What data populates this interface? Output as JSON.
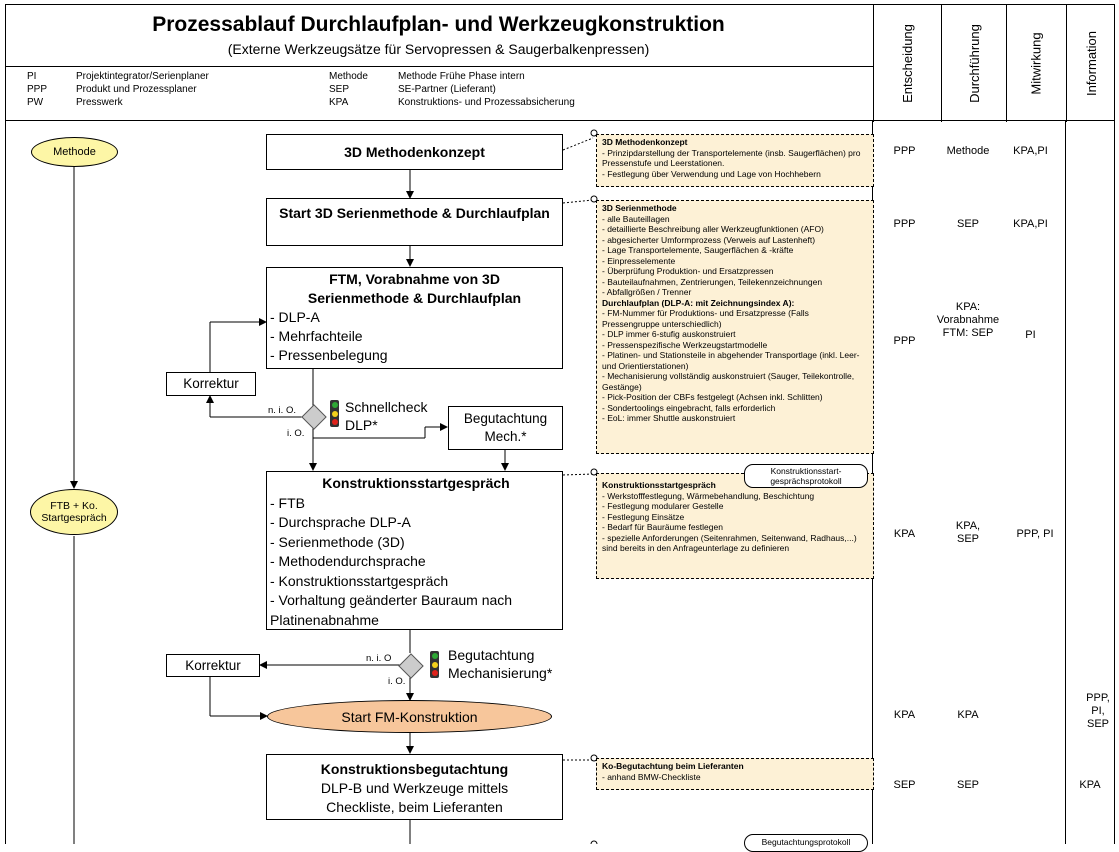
{
  "header": {
    "title": "Prozessablauf Durchlaufplan- und Werkzeugkonstruktion",
    "subtitle": "(Externe Werkzeugsätze für Servopressen & Saugerbalkenpressen)",
    "legend_left": [
      {
        "abbr": "PI",
        "desc": "Projektintegrator/Serienplaner"
      },
      {
        "abbr": "PPP",
        "desc": "Produkt und Prozessplaner"
      },
      {
        "abbr": "PW",
        "desc": "Presswerk"
      }
    ],
    "legend_right": [
      {
        "abbr": "Methode",
        "desc": "Methode Frühe Phase intern"
      },
      {
        "abbr": "SEP",
        "desc": "SE-Partner (Lieferant)"
      },
      {
        "abbr": "KPA",
        "desc": "Konstruktions- und Prozessabsicherung"
      }
    ],
    "columns": [
      "Entscheidung",
      "Durchführung",
      "Mitwirkung",
      "Information"
    ]
  },
  "left_lane": {
    "methode": "Methode",
    "ftb": "FTB + Ko. Startgespräch"
  },
  "boxes": {
    "b1": "3D Methodenkonzept",
    "b2": "Start 3D Serienmethode & Durchlaufplan",
    "b3_title": "FTM, Vorabnahme von 3D Serienmethode & Durchlaufplan",
    "b3_items": [
      "- DLP-A",
      "- Mehrfachteile",
      "- Pressenbelegung"
    ],
    "b4_title": "Konstruktionsstartgespräch",
    "b4_items": [
      "- FTB",
      "- Durchsprache DLP-A",
      "- Serienmethode (3D)",
      "- Methodendurchsprache",
      "- Konstruktionsstartgespräch",
      "- Vorhaltung geänderter Bauraum nach Platinenabnahme"
    ],
    "b5": "Start FM-Konstruktion",
    "b6_title": "Konstruktionsbegutachtung",
    "b6_text": "DLP-B und Werkzeuge mittels Checkliste, beim Lieferanten",
    "korrektur1": "Korrektur",
    "korrektur2": "Korrektur",
    "beg_mech": "Begutachtung Mech.*"
  },
  "decisions": {
    "d1_label": "Schnellcheck DLP*",
    "d1_nio": "n. i. O.",
    "d1_io": "i. O.",
    "d2_label": "Begutachtung Mechanisierung*",
    "d2_nio": "n. i. O",
    "d2_io": "i. O."
  },
  "notes": {
    "n1_title": "3D Methodenkonzept",
    "n1_items": [
      "- Prinzipdarstellung der Transportelemente (insb. Saugerflächen) pro Pressenstufe und Leerstationen.",
      "- Festlegung über Verwendung und Lage von Hochhebern"
    ],
    "n2_title": "3D Serienmethode",
    "n2_items": [
      "- alle Bauteillagen",
      "- detaillierte Beschreibung aller Werkzeugfunktionen (AFO)",
      "- abgesicherter Umformprozess (Verweis auf Lastenheft)",
      "- Lage Transportelemente, Saugerflächen & -kräfte",
      "- Einpresselemente",
      "- Überprüfung Produktion- und Ersatzpressen",
      "- Bauteilaufnahmen, Zentrierungen, Teilekennzeichnungen",
      "- Abfallgrößen / Trenner"
    ],
    "n2_title2": "Durchlaufplan (DLP-A: mit Zeichnungsindex A):",
    "n2_items2": [
      "- FM-Nummer für Produktions- und Ersatzpresse (Falls Pressengruppe unterschiedlich)",
      "- DLP immer 6-stufig auskonstruiert",
      "- Pressenspezifische Werkzeugstartmodelle",
      "- Platinen- und Stationsteile in abgehender Transportlage (inkl. Leer- und Orientierstationen)",
      "- Mechanisierung vollständig auskonstruiert (Sauger, Teilekontrolle, Gestänge)",
      "- Pick-Position der CBFs festgelegt (Achsen inkl. Schlitten)",
      "- Sondertoolings eingebracht, falls erforderlich",
      "- EoL: immer Shuttle auskonstruiert"
    ],
    "n3_title": "Konstruktionsstartgespräch",
    "n3_items": [
      "- Werkstofffestlegung, Wärmebehandlung, Beschichtung",
      "- Festlegung modularer Gestelle",
      "- Festlegung Einsätze",
      "- Bedarf für Bauräume festlegen",
      "- spezielle Anforderungen (Seitenrahmen, Seitenwand, Radhaus,...) sind bereits in den Anfrageunterlage zu definieren"
    ],
    "n3_pill": "Konstruktionsstart-gesprächsprotokoll",
    "n4_title": "Ko-Begutachtung beim Lieferanten",
    "n4_items": [
      "- anhand BMW-Checkliste"
    ],
    "n5_pill": "Begutachtungsprotokoll"
  },
  "matrix": {
    "r1": {
      "ent": "PPP",
      "dur": "Methode",
      "mit": "KPA,PI",
      "inf": ""
    },
    "r2": {
      "ent": "PPP",
      "dur": "SEP",
      "mit": "KPA,PI",
      "inf": ""
    },
    "r3": {
      "ent": "PPP",
      "dur": "KPA: Vorabnahme FTM: SEP",
      "mit": "PI",
      "inf": ""
    },
    "r4": {
      "ent": "KPA",
      "dur": "KPA, SEP",
      "mit": "PPP, PI",
      "inf": ""
    },
    "r5": {
      "ent": "KPA",
      "dur": "KPA",
      "mit": "",
      "inf": "PPP, PI, SEP"
    },
    "r6": {
      "ent": "SEP",
      "dur": "SEP",
      "mit": "",
      "inf": "KPA"
    }
  },
  "colors": {
    "note_bg": "#fdf1d6",
    "oval_yellow": "#fdf6a6",
    "oval_orange": "#f7c69b",
    "tl_red": "#e0231c",
    "tl_yellow": "#f3d21c",
    "tl_green": "#2fa935"
  }
}
